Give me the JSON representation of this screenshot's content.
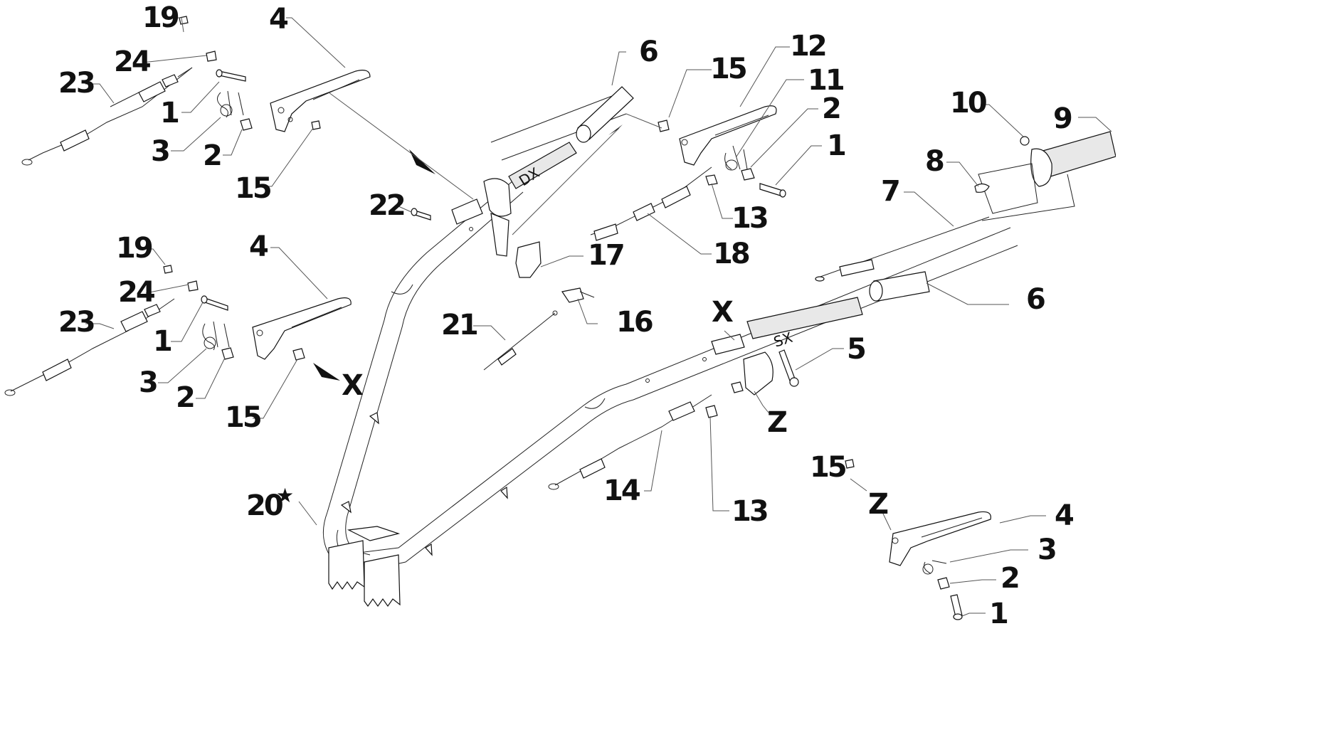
{
  "diagram": {
    "callouts": [
      {
        "id": "c19a",
        "text": "19"
      },
      {
        "id": "c4a",
        "text": "4"
      },
      {
        "id": "c24a",
        "text": "24"
      },
      {
        "id": "c23a",
        "text": "23"
      },
      {
        "id": "c1a",
        "text": "1"
      },
      {
        "id": "c3a",
        "text": "3"
      },
      {
        "id": "c2a",
        "text": "2"
      },
      {
        "id": "c15a",
        "text": "15"
      },
      {
        "id": "c6a",
        "text": "6"
      },
      {
        "id": "c15b",
        "text": "15"
      },
      {
        "id": "c12",
        "text": "12"
      },
      {
        "id": "c11",
        "text": "11"
      },
      {
        "id": "c2b",
        "text": "2"
      },
      {
        "id": "c1b",
        "text": "1"
      },
      {
        "id": "c10",
        "text": "10"
      },
      {
        "id": "c9",
        "text": "9"
      },
      {
        "id": "c8",
        "text": "8"
      },
      {
        "id": "c7",
        "text": "7"
      },
      {
        "id": "c22",
        "text": "22"
      },
      {
        "id": "c13a",
        "text": "13"
      },
      {
        "id": "c18",
        "text": "18"
      },
      {
        "id": "c17",
        "text": "17"
      },
      {
        "id": "c19b",
        "text": "19"
      },
      {
        "id": "c4b",
        "text": "4"
      },
      {
        "id": "c24b",
        "text": "24"
      },
      {
        "id": "c23b",
        "text": "23"
      },
      {
        "id": "c1c",
        "text": "1"
      },
      {
        "id": "c3b",
        "text": "3"
      },
      {
        "id": "c2c",
        "text": "2"
      },
      {
        "id": "c15c",
        "text": "15"
      },
      {
        "id": "cXa",
        "text": "X"
      },
      {
        "id": "c21",
        "text": "21"
      },
      {
        "id": "c16",
        "text": "16"
      },
      {
        "id": "cXb",
        "text": "X"
      },
      {
        "id": "c6b",
        "text": "6"
      },
      {
        "id": "c5",
        "text": "5"
      },
      {
        "id": "cZa",
        "text": "Z"
      },
      {
        "id": "c14",
        "text": "14"
      },
      {
        "id": "c13b",
        "text": "13"
      },
      {
        "id": "c20",
        "text": "20"
      },
      {
        "id": "c15d",
        "text": "15"
      },
      {
        "id": "cZb",
        "text": "Z"
      },
      {
        "id": "c4c",
        "text": "4"
      },
      {
        "id": "c3c",
        "text": "3"
      },
      {
        "id": "c2d",
        "text": "2"
      },
      {
        "id": "c1d",
        "text": "1"
      }
    ],
    "side_labels": {
      "right_handle": "DX",
      "left_handle": "SX"
    },
    "star_symbol": "★"
  }
}
